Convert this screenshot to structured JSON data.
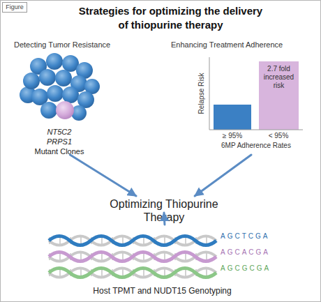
{
  "diagram": {
    "title": "Strategies for optimizing the delivery of thiopurine therapy",
    "nodes": [
      {
        "text": [
          "Detecting Tumor Resistance",
          "NT5C2",
          "PRPS1",
          "Mutant Clones"
        ]
      },
      {
        "text": [
          "Enhancing Treatment Adherence"
        ]
      },
      {
        "text": [
          "Optimizing Thiopurine Therapy"
        ]
      },
      {
        "text": [
          "Host TPMT and NUDT15 Genotyping"
        ]
      }
    ],
    "edges": [
      {
        "from": 0,
        "to": 2,
        "arrow": "to"
      },
      {
        "from": 1,
        "to": 2,
        "arrow": "to"
      },
      {
        "from": 3,
        "to": 2,
        "arrow": "to"
      }
    ],
    "labels": [
      "Figure",
      "Relapse Risk",
      "2.7 fold increased risk",
      "≥ 95%",
      "< 95%",
      "6MP Adherence Rates",
      "AGCTCGA",
      "AGCACGA",
      "AGCGCGA"
    ]
  }
}
